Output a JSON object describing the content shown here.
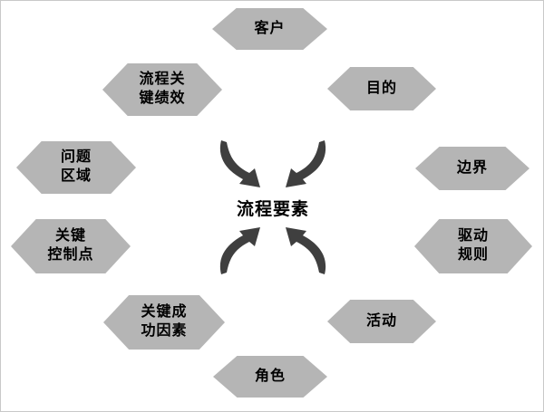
{
  "colors": {
    "background": "#ffffff",
    "hexagon_fill": "#b5b5b5",
    "hexagon_text": "#000000",
    "arrow": "#3f3f3f"
  },
  "center_label": "流程要素",
  "nodes": [
    {
      "id": "customer",
      "label": "客户"
    },
    {
      "id": "process-key-performance",
      "label": "流程关\n键绩效"
    },
    {
      "id": "purpose",
      "label": "目的"
    },
    {
      "id": "problem-area",
      "label": "问题\n区域"
    },
    {
      "id": "boundary",
      "label": "边界"
    },
    {
      "id": "key-control-points",
      "label": "关键\n控制点"
    },
    {
      "id": "driving-rules",
      "label": "驱动\n规则"
    },
    {
      "id": "key-success-factors",
      "label": "关键成\n功因素"
    },
    {
      "id": "activity",
      "label": "活动"
    },
    {
      "id": "role",
      "label": "角色"
    }
  ]
}
